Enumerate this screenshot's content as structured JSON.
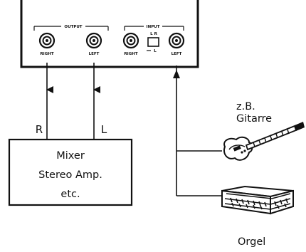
{
  "panel": {
    "output_label": "OUTPUT",
    "input_label": "INPUT",
    "jacks": {
      "out_right": "RIGHT",
      "out_left": "LEFT",
      "in_right": "RIGHT",
      "in_left": "LEFT"
    },
    "switch_top": "L R",
    "switch_bottom": "L"
  },
  "signals": {
    "right": "R",
    "left": "L"
  },
  "mixer": {
    "line1": "Mixer",
    "line2": "Stereo Amp.",
    "line3": "etc."
  },
  "instruments": {
    "guitar_line1": "z.B.",
    "guitar_line2": "Gitarre",
    "organ": "Orgel"
  }
}
